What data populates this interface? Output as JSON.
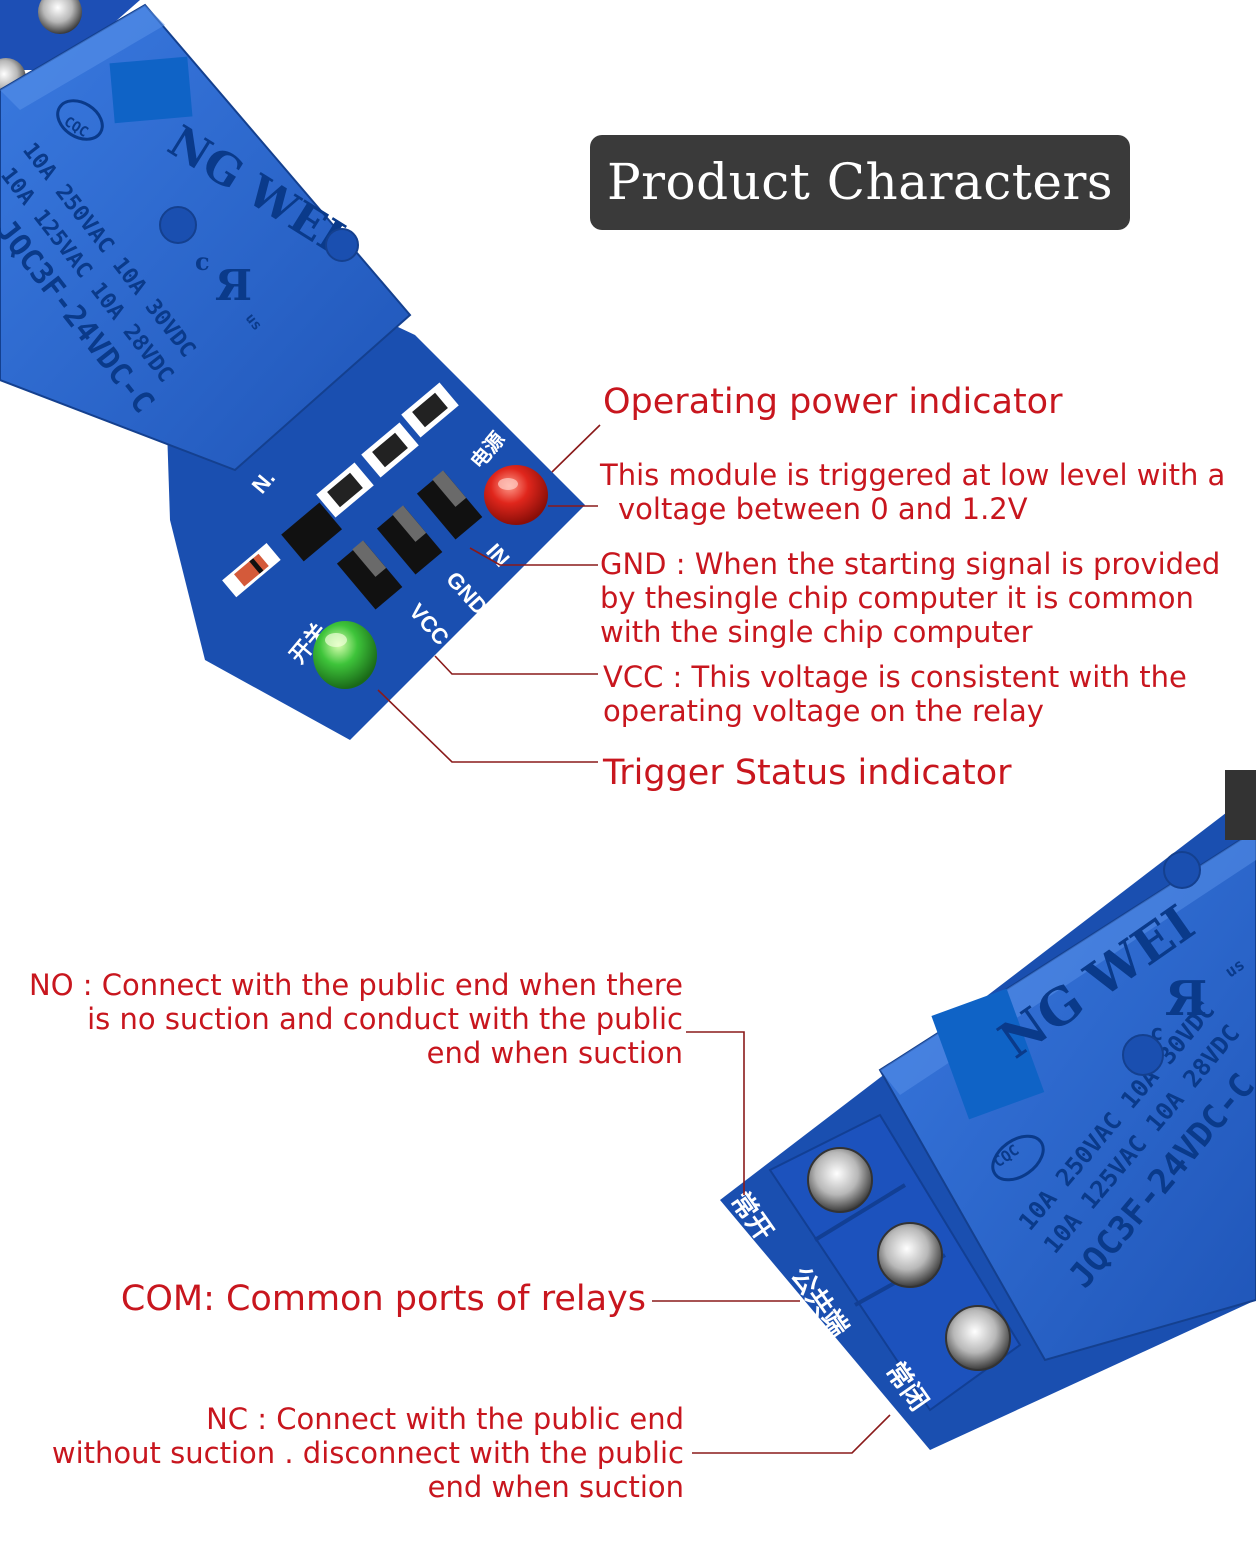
{
  "title": "Product Characters",
  "labels": {
    "power_indicator": "Operating power indicator",
    "in_line1": "This module is triggered at low level with a",
    "in_line2": "voltage between 0 and 1.2V",
    "gnd_line1": "GND : When the starting signal is provided",
    "gnd_line2": "by thesingle chip computer it is common",
    "gnd_line3": "with the single chip computer",
    "vcc_line1": "VCC : This voltage is consistent with the",
    "vcc_line2": "operating voltage on the relay",
    "trigger_indicator": "Trigger Status indicator",
    "no_line1": "NO : Connect with the public end when there",
    "no_line2": "is no suction and conduct with the public",
    "no_line3": "end when suction",
    "com": "COM: Common ports of relays",
    "nc_line1": "NC : Connect with the public end",
    "nc_line2": "without suction . disconnect with the public",
    "nc_line3": "end when suction"
  },
  "pcb_markings": {
    "brand": "NG WEI",
    "cert": "CQC",
    "ul": "c",
    "ul_us": "us",
    "rating1": "10A 250VAC  10A 30VDC",
    "rating2": "10A 125VAC  10A 28VDC",
    "model": "JQC3F-24VDC-C",
    "pin_in": "IN",
    "pin_gnd": "GND",
    "pin_vcc": "VCC",
    "diode_mark": "N.",
    "cn_switch": "开关",
    "cn_power": "电源",
    "cn_no": "常开",
    "cn_com": "公共端",
    "cn_nc": "常闭"
  },
  "colors": {
    "accent_red": "#c8161e",
    "pcb_blue": "#1a4fb0",
    "relay_blue": "#2a62c9",
    "led_red": "#e0261c",
    "led_green": "#3ec43a",
    "title_bg": "#3a3a3a"
  }
}
